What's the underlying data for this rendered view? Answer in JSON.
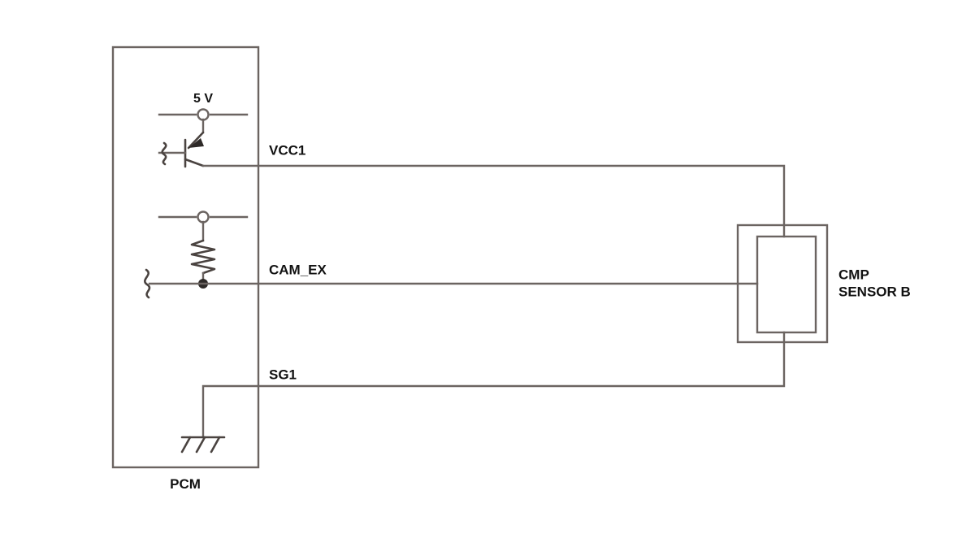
{
  "diagram": {
    "title": "CMP Sensor B wiring schematic",
    "background_color": "#ffffff",
    "wire_color": "#6b6461",
    "symbol_color": "#4a4340",
    "text_color": "#111111"
  },
  "modules": {
    "pcm": {
      "label": "PCM",
      "name": "powertrain-control-module"
    },
    "sensor": {
      "label_line1": "CMP",
      "label_line2": "SENSOR B",
      "name": "camshaft-position-sensor-b"
    }
  },
  "supply": {
    "label": "5 V"
  },
  "wires": [
    {
      "id": "vcc1",
      "label": "VCC1"
    },
    {
      "id": "cam_ex",
      "label": "CAM_EX"
    },
    {
      "id": "sg1",
      "label": "SG1"
    }
  ],
  "components": [
    {
      "id": "transistor",
      "type": "pnp-transistor",
      "name": "transistor-symbol"
    },
    {
      "id": "resistor",
      "type": "resistor",
      "name": "resistor-symbol"
    },
    {
      "id": "ground",
      "type": "chassis-ground",
      "name": "ground-symbol"
    }
  ]
}
